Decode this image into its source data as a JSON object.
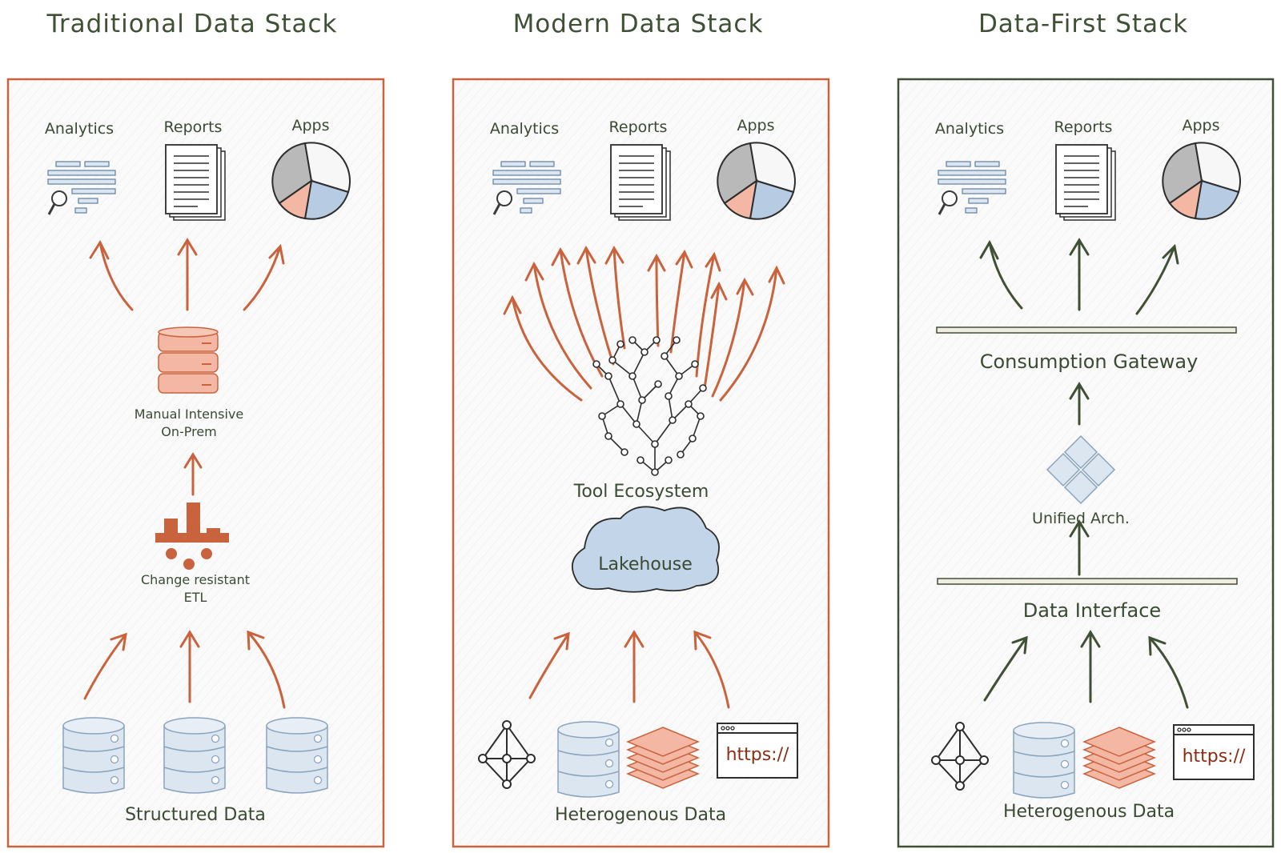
{
  "columns": [
    {
      "title": "Traditional Data Stack",
      "top": {
        "analytics": "Analytics",
        "reports": "Reports",
        "apps": "Apps"
      },
      "store_label": [
        "Manual Intensive",
        "On-Prem"
      ],
      "etl_label": [
        "Change resistant",
        "ETL"
      ],
      "bottom_label": "Structured Data"
    },
    {
      "title": "Modern Data Stack",
      "top": {
        "analytics": "Analytics",
        "reports": "Reports",
        "apps": "Apps"
      },
      "ecosystem_label": "Tool Ecosystem",
      "lakehouse_label": "Lakehouse",
      "url_text": "https://",
      "bottom_label": "Heterogenous Data"
    },
    {
      "title": "Data-First Stack",
      "top": {
        "analytics": "Analytics",
        "reports": "Reports",
        "apps": "Apps"
      },
      "gateway_label": "Consumption Gateway",
      "unified_label": "Unified Arch.",
      "interface_label": "Data Interface",
      "url_text": "https://",
      "bottom_label": "Heterogenous Data"
    }
  ],
  "colors": {
    "orange": "#c9633d",
    "olive": "#3f5035",
    "ink": "#2d2d2d",
    "salmon": "#f3b7a4",
    "paleblue": "#dbe6f1",
    "blue": "#b7cbe3",
    "gray": "#b9b9b9"
  }
}
